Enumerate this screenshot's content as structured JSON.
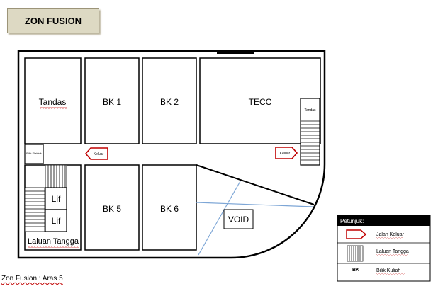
{
  "title": "ZON FUSION",
  "caption": "Zon Fusion : Aras 5",
  "rooms": {
    "tandas_main": "Tandas",
    "bk1": "BK 1",
    "bk2": "BK 2",
    "tecc": "TECC",
    "tandas_small": "Tandas",
    "bilik_elektrik": "Bilik Elektrik",
    "bk5": "BK 5",
    "bk6": "BK 6",
    "void": "VOID",
    "lif1": "Lif",
    "lif2": "Lif",
    "laluan_tangga": "Laluan Tangga"
  },
  "exits": {
    "left": "Keluar",
    "right": "Keluar"
  },
  "legend": {
    "title": "Petunjuk:",
    "exit_label": "Jalan Keluar",
    "stairs_label": "Laluan Tangga",
    "bk_symbol": "BK",
    "bk_label": "Bilik Kuliah"
  },
  "colors": {
    "title_bg": "#ddd9c3",
    "legend_header": "#000000",
    "exit_arrow": "#c00000",
    "void_lines": "#7da6d6",
    "spell_underline": "#c00000"
  }
}
